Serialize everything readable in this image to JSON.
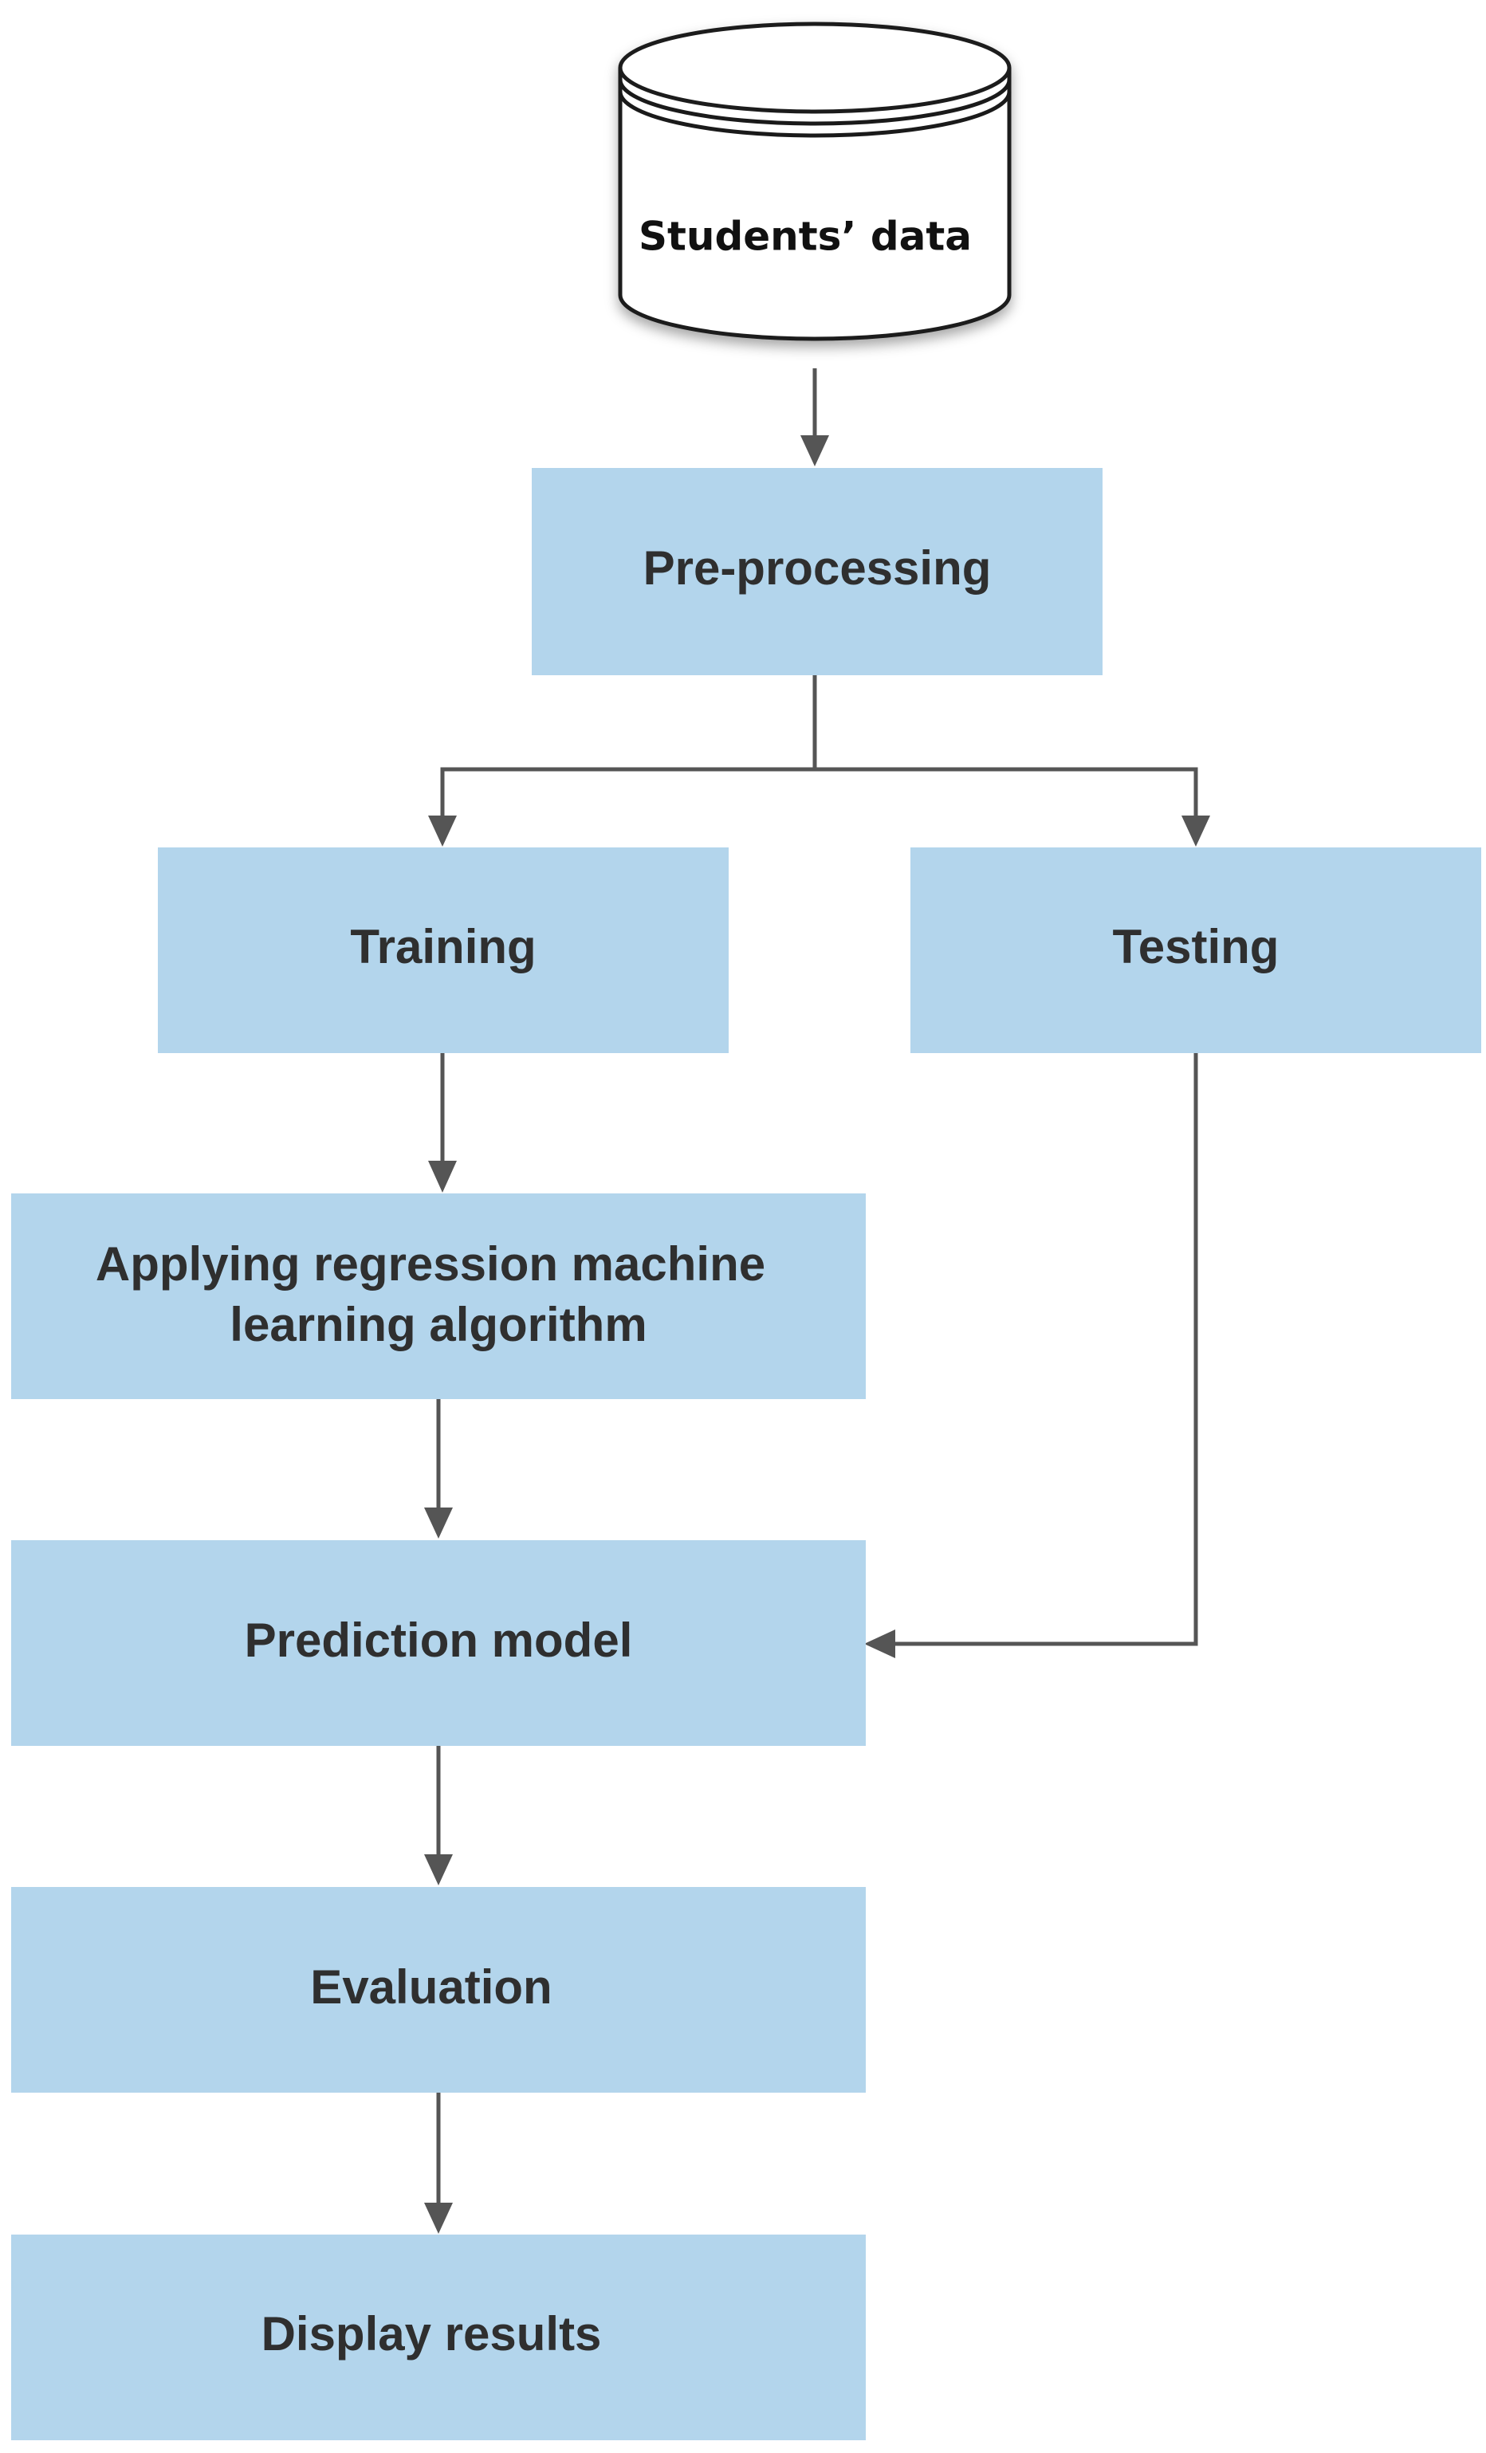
{
  "diagram": {
    "datastore": {
      "label": "Students’ data"
    },
    "steps": {
      "preprocessing": "Pre-processing",
      "training": "Training",
      "testing": "Testing",
      "applying_line1": "Applying regression machine",
      "applying_line2": "learning algorithm",
      "prediction": "Prediction model",
      "evaluation": "Evaluation",
      "display": "Display results"
    },
    "colors": {
      "box_fill": "#b3d5ec",
      "connector": "#555555",
      "text": "#2f2f2f"
    }
  }
}
